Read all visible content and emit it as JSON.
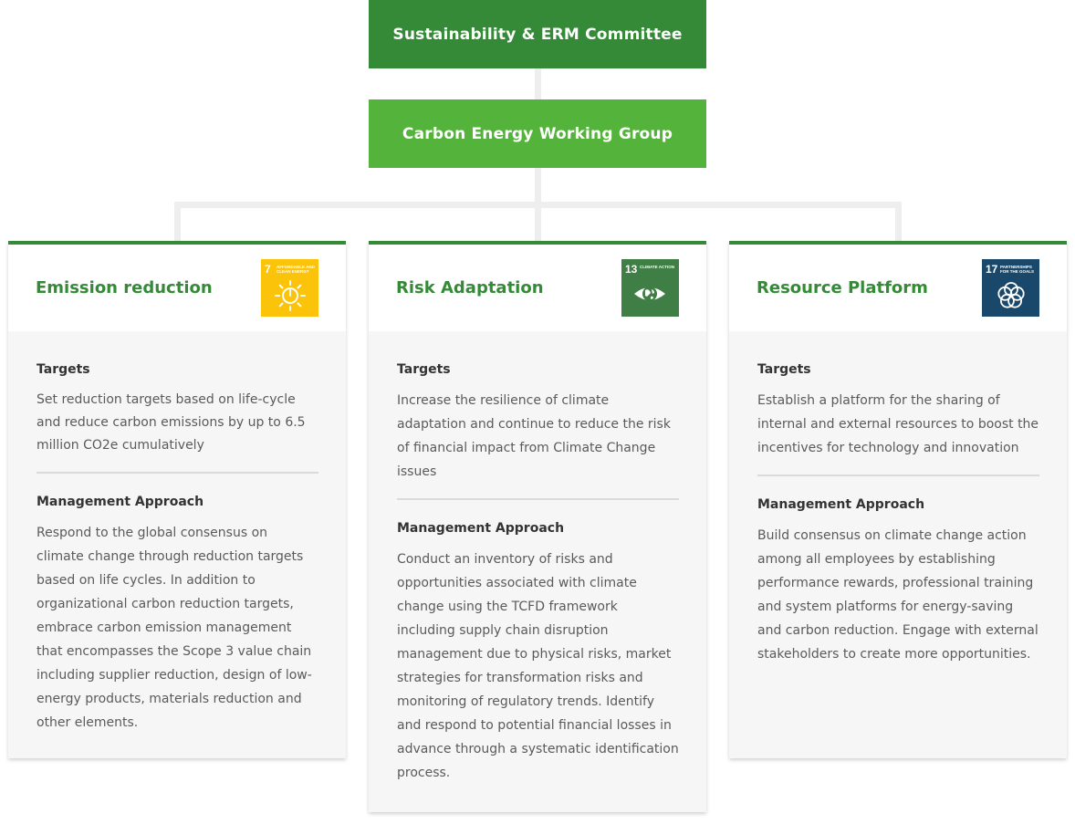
{
  "top_box": "Sustainability & ERM Committee",
  "mid_box": "Carbon Energy Working Group",
  "cards": [
    {
      "title": "Emission reduction",
      "sdg": {
        "number": "7",
        "text": "AFFORDABLE AND CLEAN ENERGY",
        "color": "#fcc30b",
        "icon": "sun-power-icon"
      },
      "targets_label": "Targets",
      "targets_text": "Set reduction targets based on life-cycle and reduce carbon emissions by up to 6.5 million CO2e cumulatively",
      "approach_label": "Management Approach",
      "approach_text": "Respond to the global consensus on climate change through reduction targets based on life cycles. In addition to organizational carbon reduction targets, embrace carbon emission management that encompasses the Scope 3 value chain including supplier reduction, design of low-energy products, materials reduction and other elements."
    },
    {
      "title": "Risk Adaptation",
      "sdg": {
        "number": "13",
        "text": "CLIMATE ACTION",
        "color": "#3f7e44",
        "icon": "eye-globe-icon"
      },
      "targets_label": "Targets",
      "targets_text": "Increase the resilience of climate adaptation and continue to reduce the risk of financial impact from Climate Change issues",
      "approach_label": "Management Approach",
      "approach_text": "Conduct an inventory of risks and opportunities associated with climate change using the TCFD framework including supply chain disruption management due to physical risks, market strategies for transformation risks and monitoring of regulatory trends. Identify and respond to potential financial losses in advance through a systematic identification process."
    },
    {
      "title": "Resource Platform",
      "sdg": {
        "number": "17",
        "text": "PARTNERSHIPS FOR THE GOALS",
        "color": "#19486a",
        "icon": "rings-icon"
      },
      "targets_label": "Targets",
      "targets_text": "Establish a platform for the sharing of internal and external resources to boost the incentives for technology and innovation",
      "approach_label": "Management Approach",
      "approach_text": "Build consensus on climate change action among all employees by establishing performance rewards, professional training and system platforms for energy-saving and carbon reduction. Engage with external stakeholders to create more opportunities."
    }
  ]
}
